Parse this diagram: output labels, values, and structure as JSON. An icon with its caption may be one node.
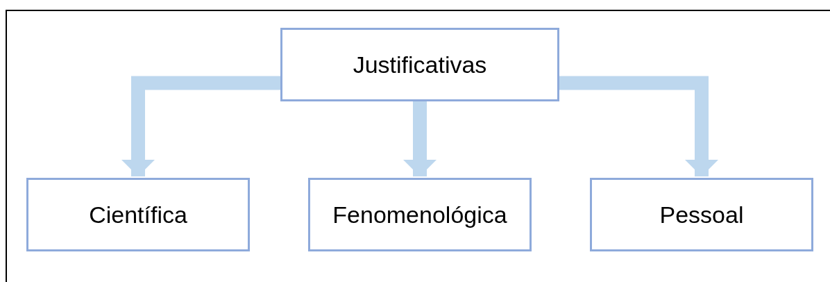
{
  "diagram": {
    "nodes": [
      {
        "text": [
          "Justificativas"
        ]
      },
      {
        "text": [
          "Científica"
        ]
      },
      {
        "text": [
          "Fenomenológica"
        ]
      },
      {
        "text": [
          "Pessoal"
        ]
      }
    ],
    "edges": [
      {
        "from": 0,
        "to": 1,
        "arrow": "to"
      },
      {
        "from": 0,
        "to": 2,
        "arrow": "to"
      },
      {
        "from": 0,
        "to": 3,
        "arrow": "to"
      }
    ]
  }
}
